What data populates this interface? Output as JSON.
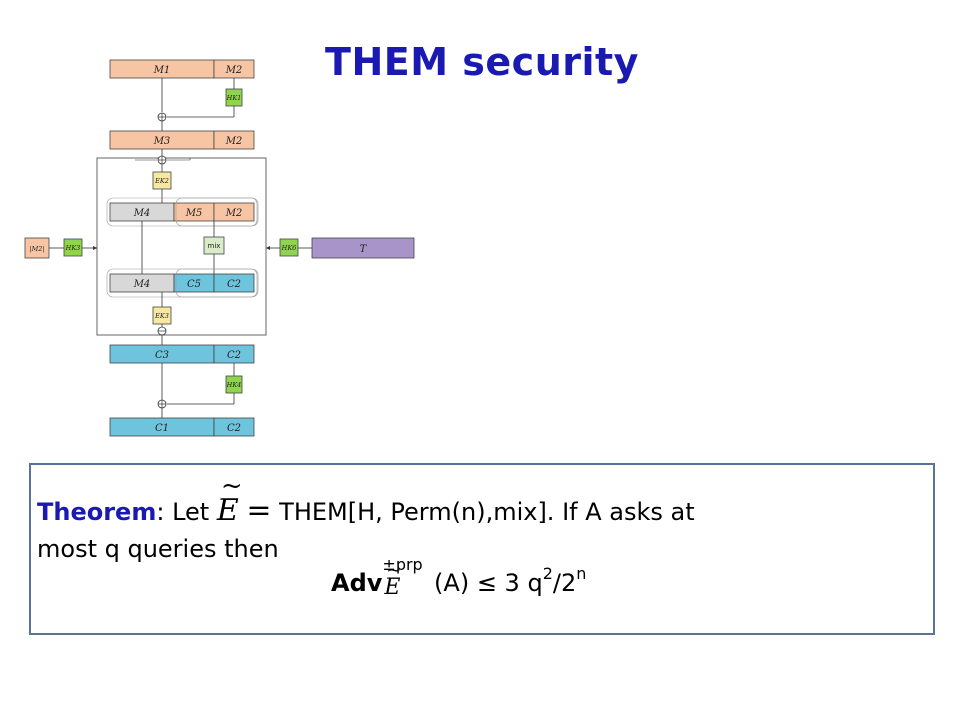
{
  "title": "THEM security",
  "diagram": {
    "rows": {
      "r1": [
        "M1",
        "M2"
      ],
      "r2": [
        "M3",
        "M2"
      ],
      "r3": [
        "M4",
        "M5",
        "M2"
      ],
      "r4": [
        "M4",
        "C5",
        "C2"
      ],
      "r5": [
        "C3",
        "C2"
      ],
      "r6": [
        "C1",
        "C2"
      ]
    },
    "boxes": {
      "hk1": "HK1",
      "ek2": "EK2",
      "mix": "mix",
      "hk3": "HK3",
      "hk6": "HK6",
      "ek3": "EK3",
      "hk4": "HK4",
      "len_m2": "|M2|",
      "tweak": "T"
    },
    "colors": {
      "plaintext": "#f7c5a3",
      "ciphertext": "#6ec4dc",
      "gray": "#d8d8d8",
      "hash": "#8fd44f",
      "enc": "#f6e8a0",
      "tweak": "#a894c9"
    }
  },
  "theorem": {
    "label": "Theorem",
    "colon": ":",
    "let": "Let",
    "script_e": "E",
    "tilde": "~",
    "equals": "=",
    "construction": "THEM[H, Perm(n),mix]. If A asks at",
    "line2": "most q queries then",
    "adv": "Adv",
    "adv_sup": "±prp",
    "adv_args": "(A) ≤ 3 q",
    "exp_q": "2",
    "div": "/2",
    "exp_n": "n"
  }
}
